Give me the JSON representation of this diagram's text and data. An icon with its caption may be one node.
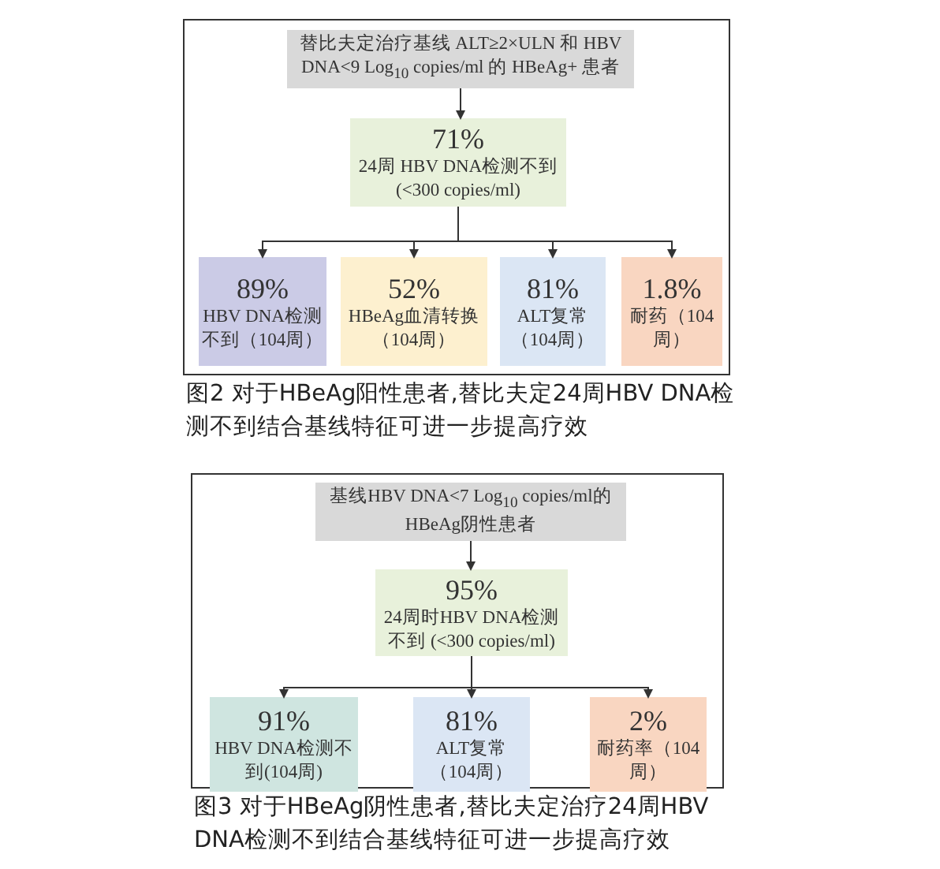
{
  "diagram": {
    "nodes": [
      {
        "text": [
          "图2 对于HBeAg阳性患者,替比夫定24周HBV DNA检测不到结合基线特征可进一步提高疗效"
        ]
      },
      {
        "text": [
          "替比夫定治疗基线 ALT≥2×ULN 和 HBV DNA<9 Log$_{10}$ copies/ml 的 HBeAg+ 患者"
        ],
        "in": 0
      },
      {
        "text": [
          "71%",
          "24周 HBV DNA检测不到 (<300 copies/ml)"
        ],
        "in": 0
      },
      {
        "text": [
          "89%",
          "HBV DNA检测不到（104周）"
        ],
        "in": 0
      },
      {
        "text": [
          "52%",
          "HBeAg血清转换（104周）"
        ],
        "in": 0
      },
      {
        "text": [
          "81%",
          "ALT复常（104周）"
        ],
        "in": 0
      },
      {
        "text": [
          "1.8%",
          "耐药（104周）"
        ],
        "in": 0
      },
      {
        "text": [
          "图3 对于HBeAg阴性患者,替比夫定治疗24周HBV DNA检测不到结合基线特征可进一步提高疗效"
        ]
      },
      {
        "text": [
          "基线HBV DNA<7 Log$_{10}$ copies/ml的HBeAg阴性患者"
        ],
        "in": 7
      },
      {
        "text": [
          "95%",
          "24周时HBV DNA检测不到 (<300 copies/ml)"
        ],
        "in": 7
      },
      {
        "text": [
          "91%",
          "HBV DNA检测不到(104周)"
        ],
        "in": 7
      },
      {
        "text": [
          "81%",
          "ALT复常（104周）"
        ],
        "in": 7
      },
      {
        "text": [
          "2%",
          "耐药率（104周）"
        ],
        "in": 7
      }
    ],
    "edges": [
      {
        "from": 1,
        "to": 2,
        "arrow": "to"
      },
      {
        "from": 2,
        "to": 3,
        "arrow": "to"
      },
      {
        "from": 2,
        "to": 4,
        "arrow": "to"
      },
      {
        "from": 2,
        "to": 5,
        "arrow": "to"
      },
      {
        "from": 2,
        "to": 6,
        "arrow": "to"
      },
      {
        "from": 8,
        "to": 9,
        "arrow": "to"
      },
      {
        "from": 9,
        "to": 10,
        "arrow": "to"
      },
      {
        "from": 9,
        "to": 11,
        "arrow": "to"
      },
      {
        "from": 9,
        "to": 12,
        "arrow": "to"
      }
    ]
  }
}
